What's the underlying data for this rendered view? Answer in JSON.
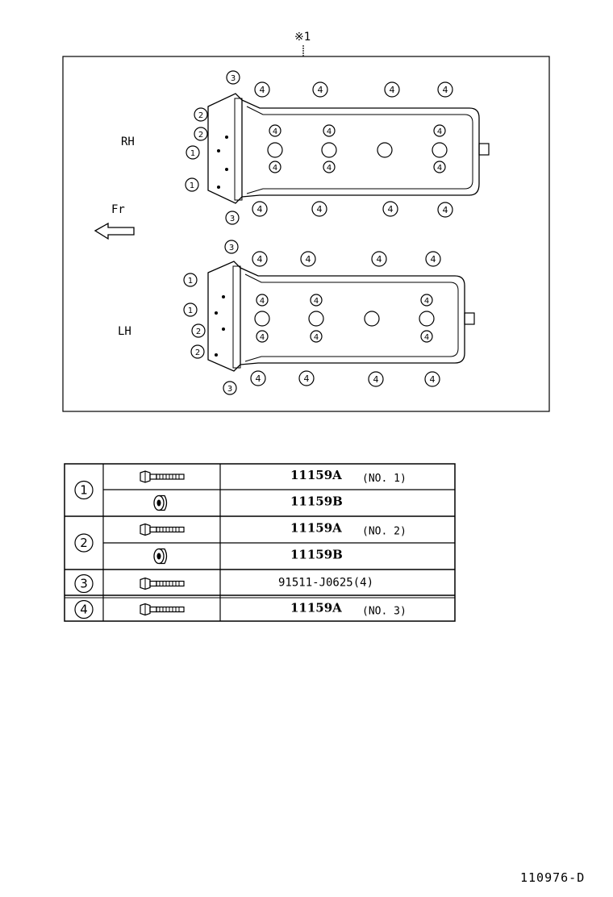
{
  "ref_mark": "※1",
  "labels": {
    "rh": "RH",
    "lh": "LH",
    "front": "Fr"
  },
  "callouts": {
    "one": "1",
    "two": "2",
    "three": "3",
    "four": "4"
  },
  "legend": [
    {
      "key": "1",
      "rows": [
        {
          "icon": "bolt-icon",
          "part": "11159A",
          "note": "(NO. 1)"
        },
        {
          "icon": "grommet-icon",
          "part": "11159B",
          "note": ""
        }
      ]
    },
    {
      "key": "2",
      "rows": [
        {
          "icon": "bolt-icon",
          "part": "11159A",
          "note": "(NO. 2)"
        },
        {
          "icon": "grommet-icon",
          "part": "11159B",
          "note": ""
        }
      ]
    },
    {
      "key": "3",
      "rows": [
        {
          "icon": "bolt-icon",
          "part": "91511-J0625(4)",
          "note": ""
        }
      ]
    },
    {
      "key": "4",
      "rows": [
        {
          "icon": "bolt-icon",
          "part": "11159A",
          "note": "(NO. 3)"
        }
      ]
    }
  ],
  "diagram_code": "110976-D"
}
